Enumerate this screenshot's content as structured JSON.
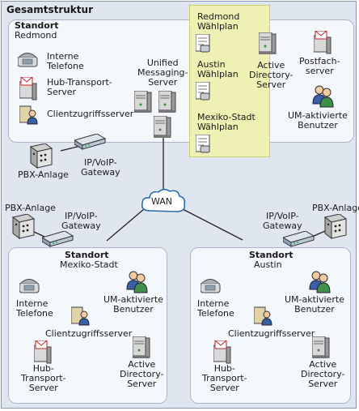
{
  "diagram": {
    "title": "Gesamtstruktur",
    "wan_label": "WAN",
    "redmond": {
      "site_label": "Standort",
      "site_name": "Redmond",
      "internal_phones": "Interne\nTelefone",
      "hub_transport": "Hub-Transport-\nServer",
      "client_access": "Clientzugriffsserver",
      "unified_messaging": "Unified\nMessaging-\nServer",
      "dial_plan_redmond": "Redmond\nWählplan",
      "dial_plan_austin": "Austin\nWählplan",
      "dial_plan_mexico": "Mexiko-Stadt\nWählplan",
      "active_directory": "Active\nDirectory-\nServer",
      "mailbox": "Postfach-\nserver",
      "um_users": "UM-aktivierte\nBenutzer",
      "pbx": "PBX-Anlage",
      "gateway": "IP/VoIP-\nGateway"
    },
    "mexico": {
      "site_label": "Standort",
      "site_name": "Mexiko-Stadt",
      "pbx": "PBX-Anlage",
      "gateway": "IP/VoIP-\nGateway",
      "internal_phones": "Interne\nTelefone",
      "um_users": "UM-aktivierte\nBenutzer",
      "client_access": "Clientzugriffsserver",
      "hub_transport": "Hub-\nTransport-\nServer",
      "active_directory": "Active\nDirectory-\nServer"
    },
    "austin": {
      "site_label": "Standort",
      "site_name": "Austin",
      "pbx": "PBX-Anlage",
      "gateway": "IP/VoIP-\nGateway",
      "internal_phones": "Interne\nTelefone",
      "um_users": "UM-aktivierte\nBenutzer",
      "client_access": "Clientzugriffsserver",
      "hub_transport": "Hub-\nTransport-\nServer",
      "active_directory": "Active\nDirectory-\nServer"
    }
  }
}
